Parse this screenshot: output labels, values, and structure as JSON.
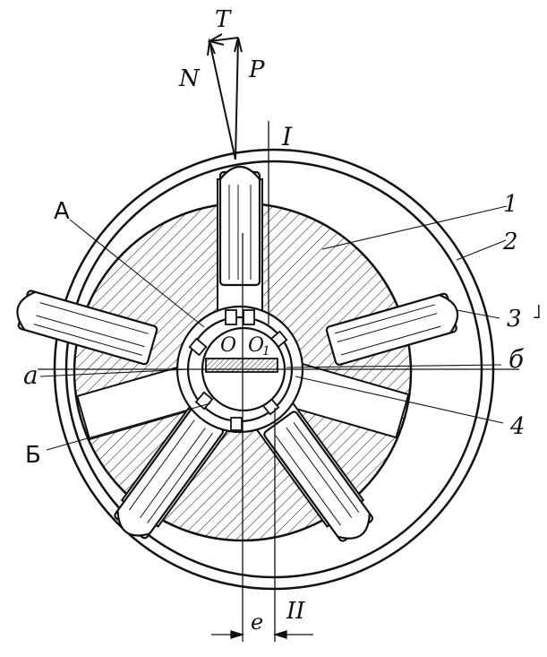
{
  "figure": {
    "force_labels": {
      "tangential": "T",
      "normal": "N",
      "resultant": "P"
    },
    "axis_labels": {
      "axis_top": "I",
      "axis_bottom": "II"
    },
    "part_labels": {
      "part_1": "1",
      "part_2": "2",
      "part_3": "3",
      "part_4": "4"
    },
    "zone_labels": {
      "zone_A": "A",
      "zone_a": "a",
      "zone_b_lower": "б",
      "zone_B": "Б"
    },
    "center_labels": {
      "center_rotor": "O",
      "center_axle": "O",
      "center_axle_subscript": "1"
    },
    "eccentricity_label": "e",
    "side_mark": "˩"
  }
}
